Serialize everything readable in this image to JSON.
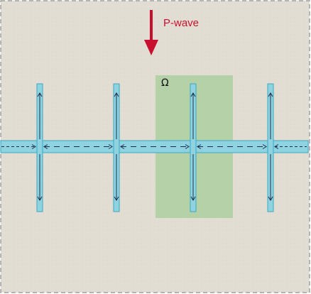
{
  "labels": {
    "wave": "P-wave",
    "region": "Ω"
  },
  "colors": {
    "background": "#e2ddd3",
    "border": "#8f8f8f",
    "wave_arrow": "#c8102e",
    "wave_label": "#c8102e",
    "pipe_fill": "#8fd3e1",
    "pipe_stroke": "#3aa9c3",
    "region_fill": "#a6cc98",
    "arrow_ink": "#1f2b4a",
    "region_label": "#111111"
  },
  "icons": {
    "wave_arrow": "down-arrow-icon"
  },
  "structure": {
    "vertical_members": 4,
    "horizontal_member": 1
  }
}
